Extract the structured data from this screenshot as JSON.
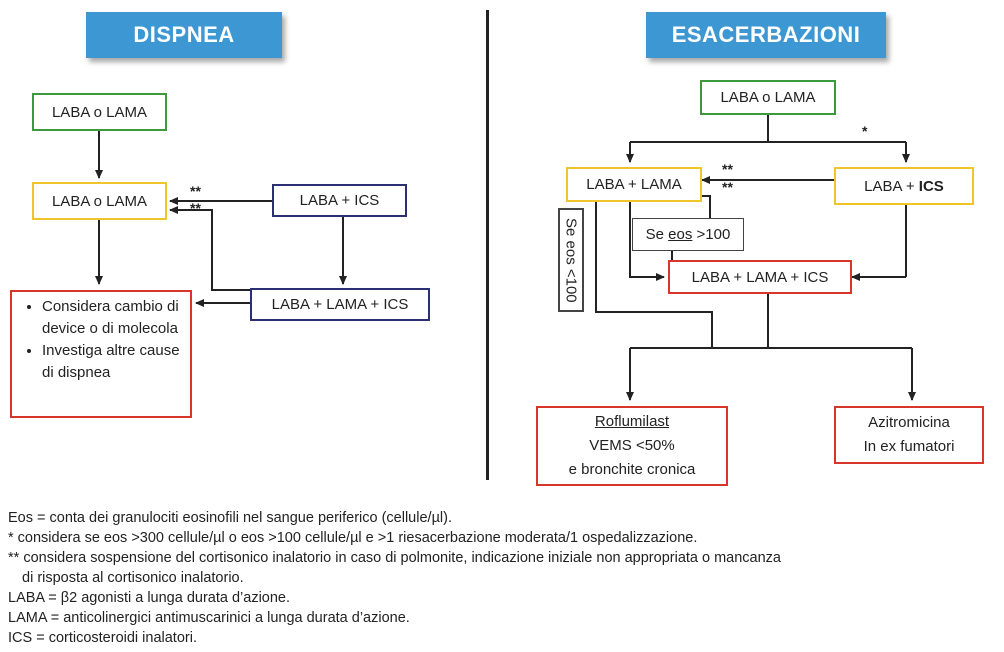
{
  "headers": {
    "left": "DISPNEA",
    "right": "ESACERBAZIONI"
  },
  "dispnea": {
    "box_start": "LABA o LAMA",
    "box_step": "LABA o LAMA",
    "box_laba_ics": "LABA + ICS",
    "box_triple": "LABA + LAMA + ICS",
    "consider_items": [
      "Considera cambio di device o di molecola",
      "Investiga altre cause di dispnea"
    ],
    "double_star": "**"
  },
  "esacerbazioni": {
    "box_start": "LABA o LAMA",
    "box_laba_lama": "LABA + LAMA",
    "box_laba_ics_prefix": "LABA + ",
    "box_laba_ics_bold": "ICS",
    "box_triple": "LABA + LAMA + ICS",
    "eos_high_prefix": "Se ",
    "eos_high_underlined": "eos",
    "eos_high_suffix": " >100",
    "eos_low": "Se eos <100",
    "roflumilast_title": "Roflumilast",
    "roflumilast_line2": "VEMS <50%",
    "roflumilast_line3": "e bronchite cronica",
    "azitro_line1": "Azitromicina",
    "azitro_line2": "In ex fumatori",
    "single_star": "*",
    "double_star": "**"
  },
  "notes": {
    "eos": "Eos = conta dei granulociti eosinofili nel sangue periferico (cellule/µl).",
    "star": "* considera se eos >300 cellule/µl o eos >100 cellule/µl e >1 riesacerbazione moderata/1 ospedalizzazione.",
    "double_star_line1": "** considera sospensione del cortisonico inalatorio in caso di polmonite, indicazione iniziale non appropriata o mancanza",
    "double_star_line2": "di risposta al cortisonico inalatorio.",
    "laba": "LABA = β2 agonisti a lunga durata d’azione.",
    "lama": "LAMA = anticolinergici antimuscarinici a lunga durata d’azione.",
    "ics": "ICS = corticosteroidi inalatori."
  },
  "colors": {
    "header": "#3d97d3",
    "green": "#3c9a3c",
    "yellow": "#f0c52a",
    "navy": "#2b2f73",
    "red": "#d9362b"
  }
}
